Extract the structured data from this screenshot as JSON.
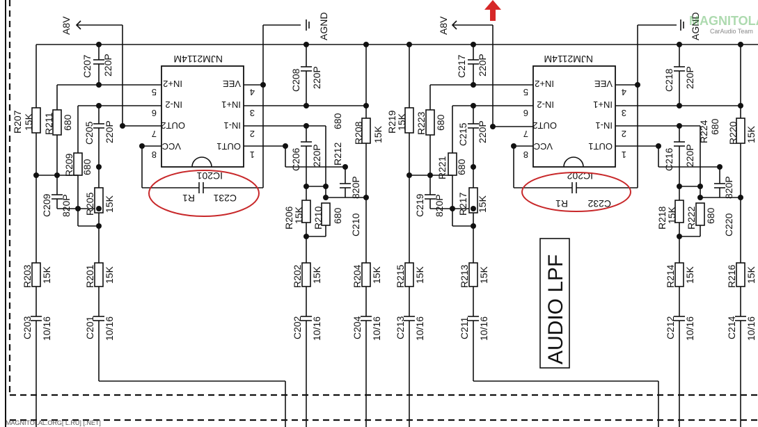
{
  "supply": {
    "a8v_left": "A8V",
    "agnd_left": "AGND",
    "a8v_right": "A8V",
    "agnd_right": "AGND"
  },
  "ic_left": {
    "part": "NJM2114M",
    "ref": "IC201",
    "pins_left": [
      {
        "n": "5",
        "name": "IN+2"
      },
      {
        "n": "6",
        "name": "IN-2"
      },
      {
        "n": "7",
        "name": "OUT2"
      },
      {
        "n": "8",
        "name": "VCC"
      }
    ],
    "pins_right": [
      {
        "n": "4",
        "name": "VEE"
      },
      {
        "n": "3",
        "name": "IN+1"
      },
      {
        "n": "2",
        "name": "IN-1"
      },
      {
        "n": "1",
        "name": "OUT1"
      }
    ],
    "cap_ref": "C231",
    "cap_value": "R1"
  },
  "ic_right": {
    "part": "NJM2114M",
    "ref": "IC202",
    "pins_left": [
      {
        "n": "5",
        "name": "IN+2"
      },
      {
        "n": "6",
        "name": "IN-2"
      },
      {
        "n": "7",
        "name": "OUT2"
      },
      {
        "n": "8",
        "name": "VCC"
      }
    ],
    "pins_right": [
      {
        "n": "4",
        "name": "VEE"
      },
      {
        "n": "3",
        "name": "IN+1"
      },
      {
        "n": "2",
        "name": "IN-1"
      },
      {
        "n": "1",
        "name": "OUT1"
      }
    ],
    "cap_ref": "C232",
    "cap_value": "R1"
  },
  "components": {
    "c207": {
      "ref": "C207",
      "val": "220P"
    },
    "c205": {
      "ref": "C205",
      "val": "220P"
    },
    "c209": {
      "ref": "C209",
      "val": "820P"
    },
    "r207": {
      "ref": "R207",
      "val": "15K"
    },
    "r211": {
      "ref": "R211",
      "val": "680"
    },
    "r209": {
      "ref": "R209",
      "val": "680"
    },
    "r205": {
      "ref": "R205",
      "val": "15K"
    },
    "r203": {
      "ref": "R203",
      "val": "15K"
    },
    "r201": {
      "ref": "R201",
      "val": "15K"
    },
    "c203": {
      "ref": "C203",
      "val": "10/16"
    },
    "c201": {
      "ref": "C201",
      "val": "10/16"
    },
    "c208": {
      "ref": "C208",
      "val": "220P"
    },
    "c206": {
      "ref": "C206",
      "val": "220P"
    },
    "r212": {
      "ref": "R212",
      "val": "680"
    },
    "r208": {
      "ref": "R208",
      "val": "15K"
    },
    "c210": {
      "ref": "C210",
      "val": "820P"
    },
    "r206": {
      "ref": "R206",
      "val": "15K"
    },
    "r210": {
      "ref": "R210",
      "val": "680"
    },
    "r202": {
      "ref": "R202",
      "val": "15K"
    },
    "r204": {
      "ref": "R204",
      "val": "15K"
    },
    "c202": {
      "ref": "C202",
      "val": "10/16"
    },
    "c204": {
      "ref": "C204",
      "val": "10/16"
    },
    "c217": {
      "ref": "C217",
      "val": "220P"
    },
    "c215": {
      "ref": "C215",
      "val": "220P"
    },
    "c219": {
      "ref": "C219",
      "val": "820P"
    },
    "r219": {
      "ref": "R219",
      "val": "15K"
    },
    "r223": {
      "ref": "R223",
      "val": "680"
    },
    "r221": {
      "ref": "R221",
      "val": "680"
    },
    "r217": {
      "ref": "R217",
      "val": "15K"
    },
    "r215": {
      "ref": "R215",
      "val": "15K"
    },
    "r213": {
      "ref": "R213",
      "val": "15K"
    },
    "c213": {
      "ref": "C213",
      "val": "10/16"
    },
    "c211": {
      "ref": "C211",
      "val": "10/16"
    },
    "c218": {
      "ref": "C218",
      "val": "220P"
    },
    "c216": {
      "ref": "C216",
      "val": "220P"
    },
    "r224": {
      "ref": "R224",
      "val": "680"
    },
    "r220": {
      "ref": "R220",
      "val": "15K"
    },
    "c220": {
      "ref": "C220",
      "val": "820P"
    },
    "r218": {
      "ref": "R218",
      "val": "15K"
    },
    "r222": {
      "ref": "R222",
      "val": "680"
    },
    "r214": {
      "ref": "R214",
      "val": "15K"
    },
    "r216": {
      "ref": "R216",
      "val": "15K"
    },
    "c212": {
      "ref": "C212",
      "val": "10/16"
    },
    "c214": {
      "ref": "C214",
      "val": "10/16"
    }
  },
  "section_label": "AUDIO LPF",
  "watermark": {
    "logo": "MAGNITOLA",
    "sub": "CarAudio Team"
  },
  "footer_text": "MAGNITOLAL.ORG[ L.RU] [.NET]",
  "colors": {
    "ink": "#111111",
    "highlight": "#c8282a",
    "arrow": "#d62828",
    "watermark": "#4caf50"
  }
}
